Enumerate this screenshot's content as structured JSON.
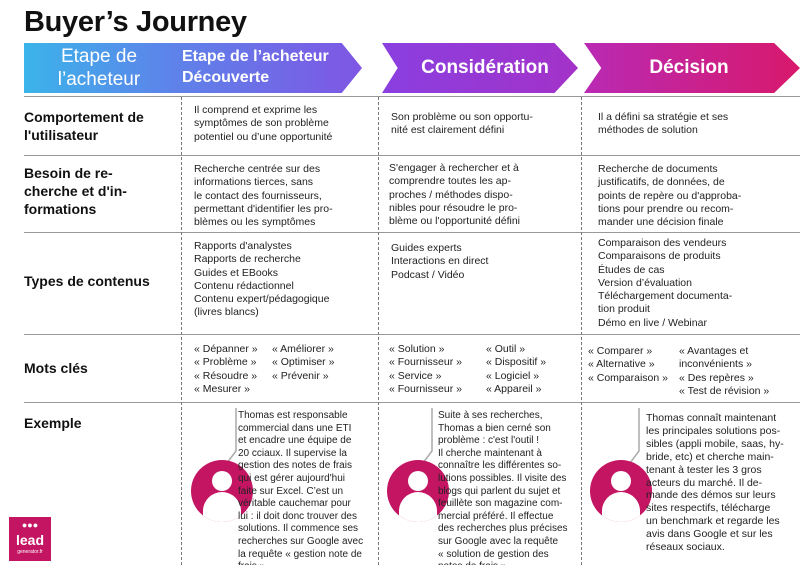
{
  "title": "Buyer’s Journey",
  "header": {
    "col0_label": "Etape de\nl’acheteur",
    "col1_label": "Etape de l’acheteur\nDécouverte",
    "col2_label": "Considération",
    "col3_label": "Décision"
  },
  "rows": {
    "comportement": {
      "label": "Comportement de l'utilisateur",
      "c1": "Il comprend et exprime les\nsymptômes de son problème\npotentiel ou d’une opportunité",
      "c2": "Son problème ou son opportu-\nnité est clairement défini",
      "c3": "Il a défini sa stratégie et ses\nméthodes de solution"
    },
    "besoin": {
      "label": "Besoin de re-\ncherche et d'in-\nformations",
      "c1": "Recherche centrée sur des\ninformations tierces, sans\nle contact des fournisseurs,\npermettant d'identifier les pro-\nblèmes ou les symptômes",
      "c2": "S'engager à rechercher et à\ncomprendre toutes les ap-\nproches / méthodes dispo-\nnibles pour résoudre le pro-\nblème ou l'opportunité défini",
      "c3": "Recherche de documents\njustificatifs, de données, de\npoints de repère ou d'approba-\ntions pour prendre ou recom-\nmander une décision finale"
    },
    "types": {
      "label": "Types de contenus",
      "c1": "Rapports d'analystes\nRapports de recherche\nGuides et EBooks\nContenu rédactionnel\nContenu expert/pédagogique\n(livres blancs)",
      "c2": "Guides experts\nInteractions en direct\nPodcast / Vidéo",
      "c3": "Comparaison des vendeurs\nComparaisons de produits\nÉtudes de cas\nVersion d’évaluation\nTéléchargement documenta-\ntion produit\nDémo en live / Webinar"
    },
    "mots": {
      "label": "Mots clés",
      "c1a": "« Dépanner »\n« Problème »\n« Résoudre »\n« Mesurer »",
      "c1b": "« Améliorer »\n« Optimiser »\n« Prévenir »",
      "c2a": "« Solution »\n« Fournisseur »\n« Service »\n« Fournisseur »",
      "c2b": "« Outil »\n« Dispositif »\n« Logiciel »\n« Appareil »",
      "c3a": "« Comparer »\n« Alternative »\n« Comparaison »",
      "c3b": "« Avantages et\ninconvénients »\n« Des repères »\n« Test de révision »"
    },
    "exemple": {
      "label": "Exemple",
      "c1": "Thomas est responsable\ncommercial dans une ETI\net encadre une équipe de\n20 cciaux. Il supervise la\ngestion des notes de frais\nqui est gérer aujourd'hui\nfaite sur Excel. C’est un\nvéritable cauchemar pour\nlui : il doit donc trouver des\nsolutions. Il commence ses\nrecherches sur Google avec\nla requête « gestion note de\nfrais »",
      "c2": "Suite à ses recherches,\nThomas a bien cerné son\nproblème : c'est l'outil !\nIl cherche maintenant à\nconnaître les différentes so-\nlutions possibles. Il visite des\nblogs qui parlent du sujet et\nfeuillète son magazine com-\nmercial préféré. Il effectue\ndes recherches plus précises\nsur Google  avec la requête\n« solution de gestion des\nnotes de frais »",
      "c3": "Thomas connaît maintenant\nles principales solutions pos-\nsibles (appli mobile, saas, hy-\nbride, etc) et cherche main-\ntenant à tester les 3 gros\nacteurs du marché. Il de-\nmande des démos sur leurs\nsites respectifs, télécharge\nun benchmark et regarde les\navis dans Google et sur les\nréseaux sociaux."
    }
  },
  "logo": {
    "line1": "lead",
    "line2": "generator.fr"
  },
  "colors": {
    "arrow1_start": "#3bb4ea",
    "arrow1_end": "#7f56e4",
    "arrow2": "#9a38d4",
    "arrow3_end": "#d8196c",
    "avatar": "#c41563"
  },
  "icons": [
    "person-avatar-icon",
    "speech-bubble-icon",
    "people-icon"
  ]
}
